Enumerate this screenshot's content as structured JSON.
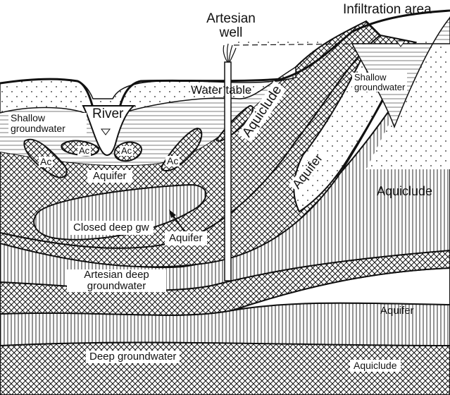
{
  "labels": {
    "infiltration_area": "Infiltration area",
    "artesian_well": "Artesian well",
    "water_table": "Water table",
    "shallow_gw_right": "Shallow groundwater",
    "shallow_gw_left": "Shallow groundwater",
    "river": "River",
    "ac_1": "Ac",
    "ac_2": "Ac",
    "ac_3": "Ac",
    "ac_4": "Ac",
    "aquifer_upper": "Aquifer",
    "aquiclude_band": "Aquiclude",
    "aquifer_right": "Aquifer",
    "aquiclude_right": "Aquiclude",
    "closed_deep_gw": "Closed deep gw",
    "aquifer_small": "Aquifer",
    "artesian_deep_gw": "Artesian deep groundwater",
    "aquifer_lower_right": "Aquifer",
    "deep_groundwater": "Deep groundwater",
    "aquiclude_bottom": "Aquiclude"
  },
  "colors": {
    "ink": "#111111",
    "paper": "#ffffff"
  }
}
